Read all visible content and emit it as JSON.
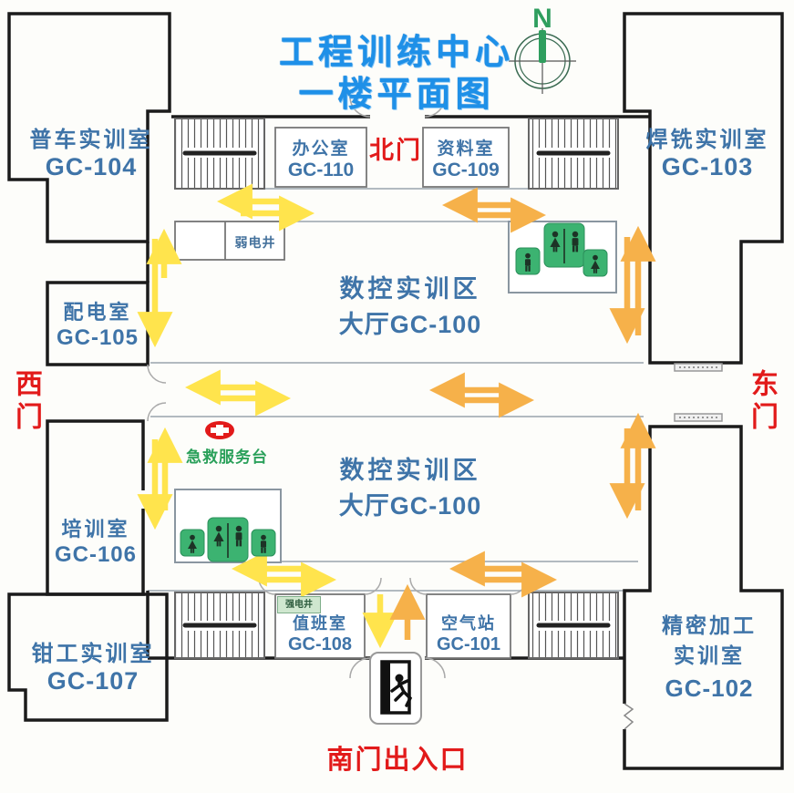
{
  "title": {
    "line1": "工程训练中心",
    "line2": "一楼平面图"
  },
  "compass": {
    "label": "N"
  },
  "gates": {
    "north": "北门",
    "south": "南门出入口",
    "west": "西门",
    "east": "东门"
  },
  "halls": {
    "upper": {
      "line1": "数控实训区",
      "line2": "大厅GC-100"
    },
    "lower": {
      "line1": "数控实训区",
      "line2": "大厅GC-100"
    }
  },
  "rooms": {
    "putong": {
      "name": "普车实训室",
      "code": "GC-104"
    },
    "hanxi": {
      "name": "焊铣实训室",
      "code": "GC-103"
    },
    "bangong": {
      "name": "办公室",
      "code": "GC-110"
    },
    "ziliao": {
      "name": "资料室",
      "code": "GC-109"
    },
    "peidian": {
      "name": "配电室",
      "code": "GC-105"
    },
    "peixun": {
      "name": "培训室",
      "code": "GC-106"
    },
    "qiangong": {
      "name": "钳工实训室",
      "code": "GC-107"
    },
    "jingmi": {
      "line1": "精密加工",
      "line2": "实训室",
      "code": "GC-102"
    },
    "zhiban": {
      "name": "值班室",
      "code": "GC-108"
    },
    "kongqi": {
      "name": "空气站",
      "code": "GC-101"
    }
  },
  "utilities": {
    "weak_well": "弱电井",
    "strong_well": "强电井",
    "first_aid": "急救服务台"
  },
  "colors": {
    "title_blue": "#1e90e8",
    "room_label_blue": "#3f74a8",
    "gate_red": "#e21a1a",
    "arrow_yellow": "#ffe44d",
    "arrow_orange": "#f6b14a",
    "restroom_green": "#3cb371",
    "compass_green": "#2f9e5e",
    "first_aid_green": "#2aa05a",
    "first_aid_cross_red": "#e21a1a"
  }
}
